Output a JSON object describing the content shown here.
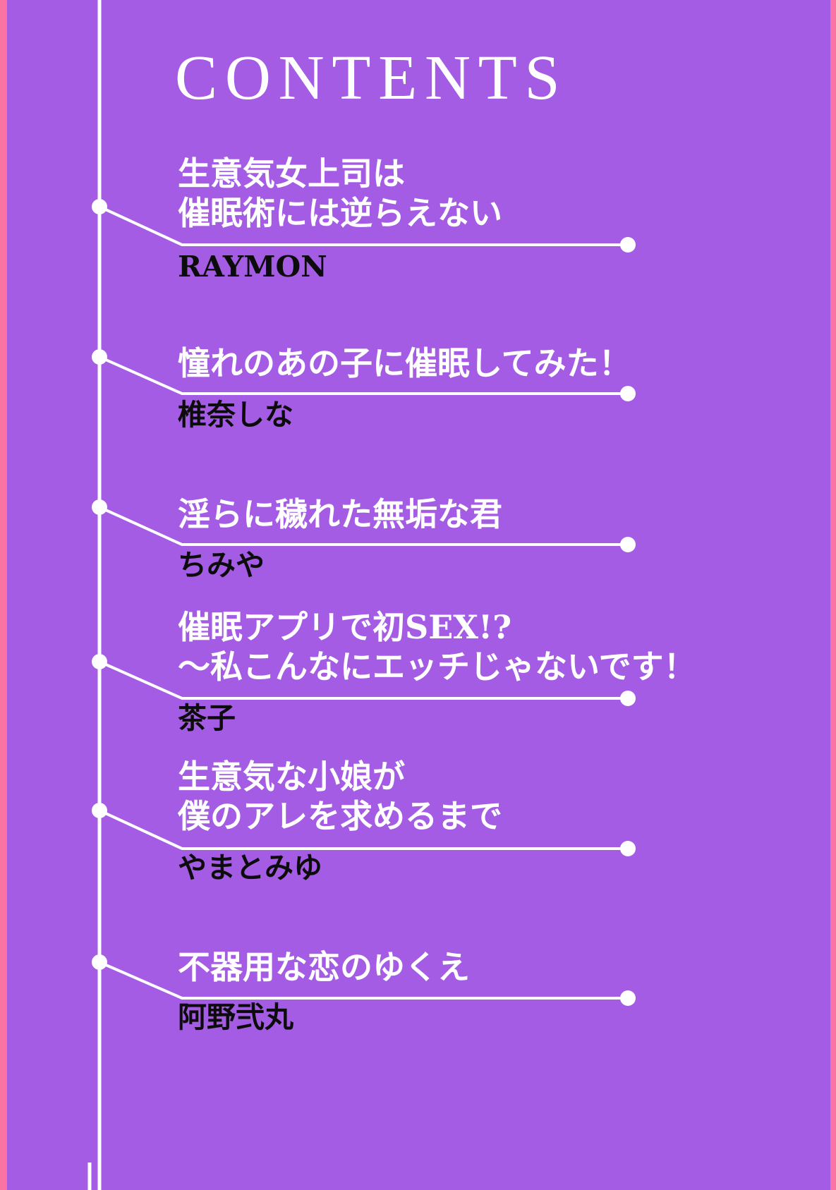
{
  "page": {
    "title": "CONTENTS"
  },
  "entries": [
    {
      "title_lines": [
        "生意気女上司は",
        "催眠術には逆らえない"
      ],
      "author": "RAYMON"
    },
    {
      "title_lines": [
        "憧れのあの子に催眠してみた！"
      ],
      "author": "椎奈しな"
    },
    {
      "title_lines": [
        "淫らに穢れた無垢な君"
      ],
      "author": "ちみや"
    },
    {
      "title_lines": [
        "催眠アプリで初SEX!?",
        "～私こんなにエッチじゃないです！"
      ],
      "author": "茶子"
    },
    {
      "title_lines": [
        "生意気な小娘が",
        "僕のアレを求めるまで"
      ],
      "author": "やまとみゆ"
    },
    {
      "title_lines": [
        "不器用な恋のゆくえ"
      ],
      "author": "阿野弐丸"
    }
  ],
  "colors": {
    "bg_purple": "#a45ce4",
    "edge_pink": "#f973a4",
    "line_white": "#ffffff",
    "text_white": "#ffffff",
    "text_black": "#0c0c0c"
  }
}
